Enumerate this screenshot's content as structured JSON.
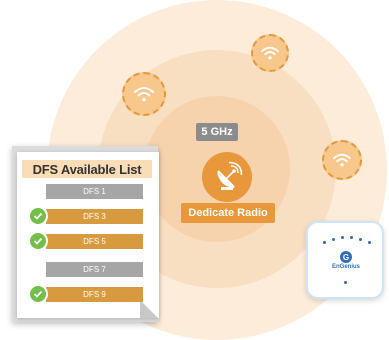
{
  "colors": {
    "ring_outer": "#fcecd9",
    "ring_mid": "#f9dfc2",
    "ring_inner": "#f6d2ad",
    "accent_orange": "#e8973a",
    "chip_gray": "#8c8c8c",
    "check_green": "#72c04a",
    "brand_blue": "#2f6fb8"
  },
  "radio": {
    "band": "5 GHz",
    "label": "Dedicate Radio",
    "icon": "satellite-dish-icon"
  },
  "wifi_icons": [
    "wifi-icon",
    "wifi-icon",
    "wifi-icon"
  ],
  "dfs_list": {
    "title": "DFS Available List",
    "items": [
      {
        "label": "DFS 1",
        "available": false
      },
      {
        "label": "DFS 3",
        "available": true
      },
      {
        "label": "DFS 5",
        "available": true
      },
      {
        "label": "DFS 7",
        "available": false
      },
      {
        "label": "DFS 9",
        "available": true
      }
    ]
  },
  "access_point": {
    "brand": "EnGenius",
    "logo_letter": "G"
  }
}
